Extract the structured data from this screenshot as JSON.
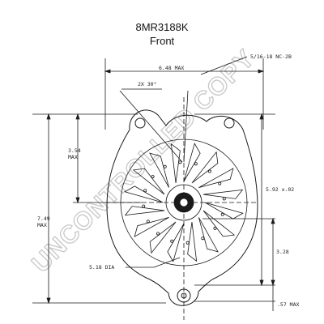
{
  "title": "8MR3188K",
  "subtitle": "Front",
  "watermark": "UNCONTROLLED COPY",
  "dims": {
    "overall_width": "6.48 MAX",
    "thread": "5/16-18 NC-2B",
    "angle": "2X 30°",
    "upper_height": "3.54",
    "upper_height_max": "MAX",
    "overall_height": "7.49",
    "overall_height_max": "MAX",
    "right_height": "5.92 ±.02",
    "lower_right": "3.28",
    "bottom_offset": ".57 MAX",
    "diameter": "5.18 DIA"
  },
  "colors": {
    "line": "#1a1a1a",
    "watermark": "#c8c8c8"
  }
}
